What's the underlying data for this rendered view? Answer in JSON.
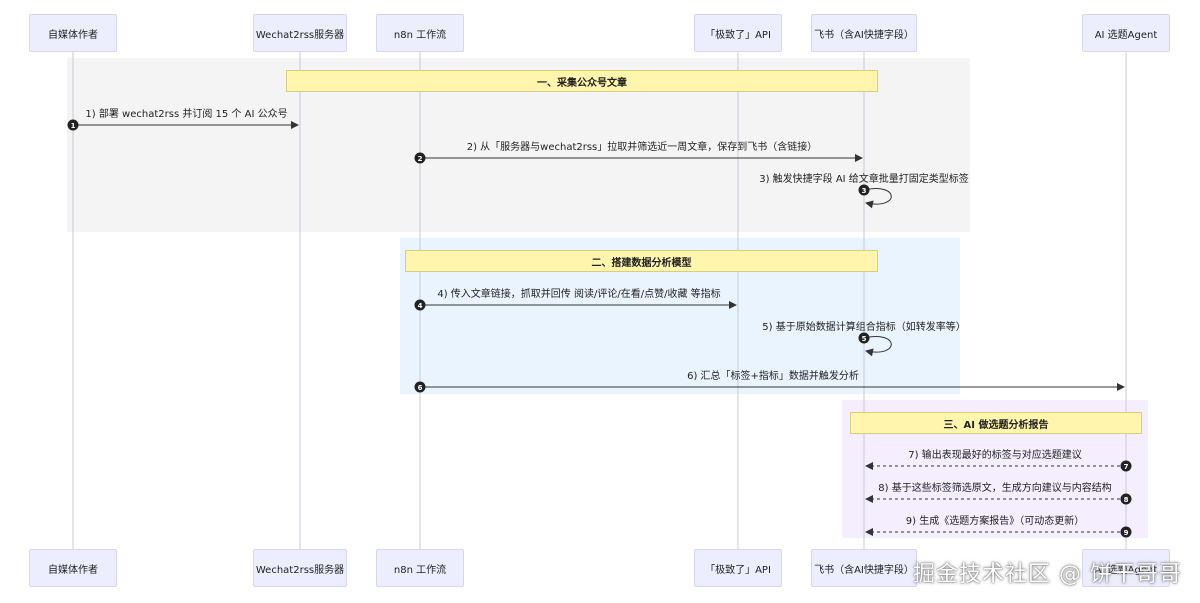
{
  "actors": [
    {
      "id": "media",
      "label": "自媒体作者"
    },
    {
      "id": "server",
      "label": "Wechat2rss服务器"
    },
    {
      "id": "n8n",
      "label": "n8n 工作流"
    },
    {
      "id": "api",
      "label": "「极致了」API"
    },
    {
      "id": "feishu",
      "label": "飞书（含AI快捷字段）"
    },
    {
      "id": "agent",
      "label": "AI 选题Agent"
    }
  ],
  "sections": [
    {
      "title": "一、采集公众号文章",
      "color": "#f4f4f4"
    },
    {
      "title": "二、搭建数据分析模型",
      "color": "#eaf4fe"
    },
    {
      "title": "三、AI 做选题分析报告",
      "color": "#f4eefe"
    }
  ],
  "messages": [
    {
      "num": "1",
      "text": "1) 部署 wechat2rss 并订阅 15 个 AI 公众号",
      "from": "media",
      "to": "server",
      "style": "solid"
    },
    {
      "num": "2",
      "text": "2) 从「服务器与wechat2rss」拉取并筛选近一周文章，保存到飞书（含链接）",
      "from": "n8n",
      "to": "feishu",
      "style": "solid"
    },
    {
      "num": "3",
      "text": "3) 触发快捷字段 AI 给文章批量打固定类型标签",
      "from": "feishu",
      "to": "feishu",
      "style": "self"
    },
    {
      "num": "4",
      "text": "4) 传入文章链接，抓取并回传 阅读/评论/在看/点赞/收藏 等指标",
      "from": "n8n",
      "to": "api",
      "style": "solid"
    },
    {
      "num": "5",
      "text": "5) 基于原始数据计算组合指标（如转发率等）",
      "from": "feishu",
      "to": "feishu",
      "style": "self"
    },
    {
      "num": "6",
      "text": "6) 汇总「标签+指标」数据并触发分析",
      "from": "n8n",
      "to": "agent",
      "style": "solid"
    },
    {
      "num": "7",
      "text": "7) 输出表现最好的标签与对应选题建议",
      "from": "agent",
      "to": "feishu",
      "style": "dashed"
    },
    {
      "num": "8",
      "text": "8) 基于这些标签筛选原文，生成方向建议与内容结构",
      "from": "agent",
      "to": "feishu",
      "style": "dashed"
    },
    {
      "num": "9",
      "text": "9) 生成《选题方案报告》（可动态更新）",
      "from": "agent",
      "to": "feishu",
      "style": "dashed"
    }
  ],
  "watermark": "掘金技术社区 @ 饼干哥哥"
}
